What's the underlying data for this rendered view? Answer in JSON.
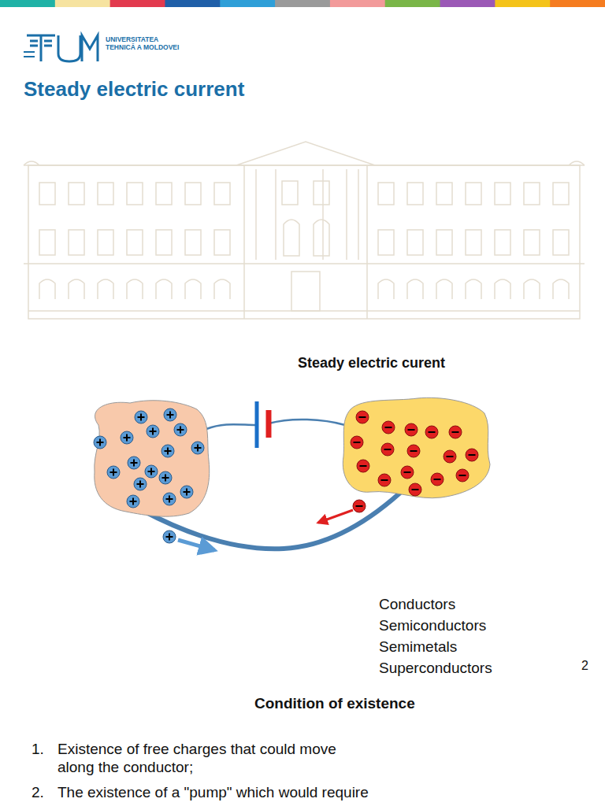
{
  "diagram": {
    "title": "Steady electric current",
    "labels": [
      "UNIVERSITATEA TEHNICĂ A MOLDOVEI",
      "Steady electric curent",
      "Conductors",
      "Semiconductors",
      "Semimetals",
      "Superconductors",
      "2",
      "Condition of existence",
      "1.",
      "Existence of free charges that could move along the conductor;",
      "2.",
      "The existence of a \"pump\" which would require"
    ]
  }
}
